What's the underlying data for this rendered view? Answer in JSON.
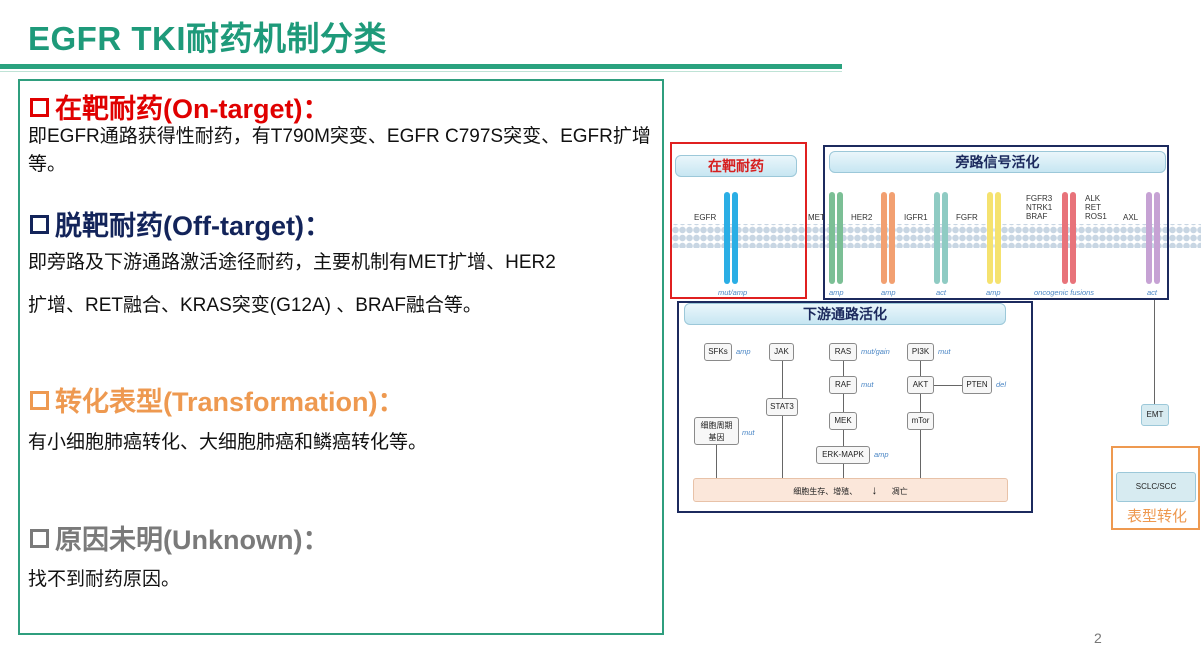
{
  "title": "EGFR TKI耐药机制分类",
  "sections": [
    {
      "heading": "在靶耐药(On-target)：",
      "body": "即EGFR通路获得性耐药，有T790M突变、EGFR C797S突变、EGFR扩增等。"
    },
    {
      "heading": "脱靶耐药(Off-target)：",
      "body_line1": "即旁路及下游通路激活途径耐药，主要机制有MET扩增、HER2",
      "body_line2": "扩增、RET融合、KRAS突变(G12A) 、BRAF融合等。"
    },
    {
      "heading": "转化表型(Transformation)：",
      "body": "有小细胞肺癌转化、大细胞肺癌和鳞癌转化等。"
    },
    {
      "heading": "原因未明(Unknown)：",
      "body": "找不到耐药原因。"
    }
  ],
  "page_number": "2",
  "colors": {
    "title": "#1e9a7a",
    "on_target": "#e00000",
    "off_target": "#13245a",
    "transformation": "#ee9950",
    "unknown": "#7a7a7a"
  },
  "diagram": {
    "on_target_label": "在靶耐药",
    "bypass_label": "旁路信号活化",
    "downstream_label": "下游通路活化",
    "transformation_label": "表型转化",
    "receptors": {
      "egfr": "EGFR",
      "met": "MET",
      "her2": "HER2",
      "igfr1": "IGFR1",
      "fgfr": "FGFR",
      "fusion_left": "FGFR3\nNTRK1\nBRAF",
      "fusion_right": "ALK\nRET\nROS1",
      "axl": "AXL"
    },
    "alterations": {
      "egfr": "mut/amp",
      "met": "amp",
      "her2": "amp",
      "igfr1": "act",
      "fgfr": "amp",
      "fusions": "oncogenic fusions",
      "axl": "act"
    },
    "nodes": {
      "sfks": "SFKs",
      "jak": "JAK",
      "stat3": "STAT3",
      "ras": "RAS",
      "raf": "RAF",
      "mek": "MEK",
      "erk": "ERK-MAPK",
      "pi3k": "PI3K",
      "akt": "AKT",
      "mtor": "mTor",
      "pten": "PTEN",
      "cell_cycle": "细胞周期\n基因",
      "outcome_left": "细胞生存、增殖、",
      "outcome_right": "凋亡",
      "emt": "EMT",
      "sclc": "SCLC/SCC"
    },
    "node_alterations": {
      "sfks": "amp",
      "ras": "mut/gain",
      "raf": "mut",
      "pi3k": "mut",
      "pten": "del",
      "cell_cycle": "mut",
      "erk": "amp"
    }
  }
}
